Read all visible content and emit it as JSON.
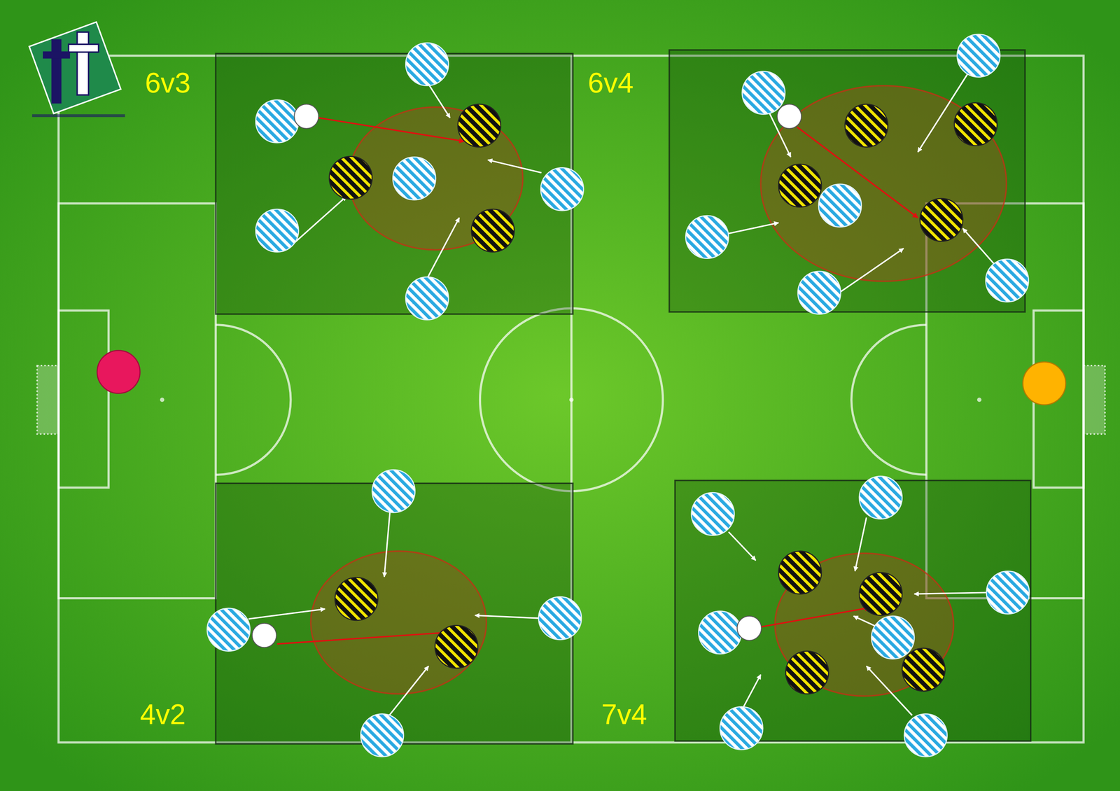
{
  "diagram": {
    "labels": [
      "6v3",
      "6v4",
      "4v2",
      "7v4"
    ]
  }
}
